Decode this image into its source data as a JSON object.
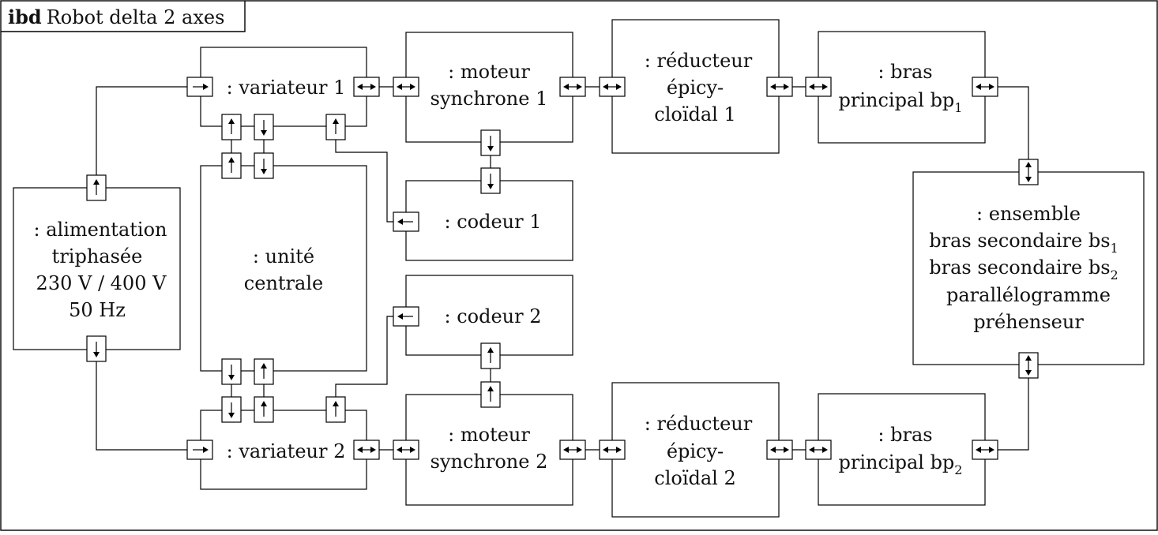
{
  "diagram": {
    "kind": "ibd",
    "name": "Robot delta 2 axes",
    "blocks": {
      "alimentation": [
        ": alimentation",
        "triphasée",
        "230 V  /  400 V",
        "50 Hz"
      ],
      "unite_centrale": [
        ": unité",
        "centrale"
      ],
      "variateur1": [
        ": variateur 1"
      ],
      "variateur2": [
        ": variateur 2"
      ],
      "moteur1": [
        ": moteur",
        "synchrone 1"
      ],
      "moteur2": [
        ": moteur",
        "synchrone 2"
      ],
      "codeur1": [
        ": codeur 1"
      ],
      "codeur2": [
        ": codeur 2"
      ],
      "reducteur1": [
        ": réducteur",
        "épicy-",
        "cloïdal 1"
      ],
      "reducteur2": [
        ": réducteur",
        "épicy-",
        "cloïdal 2"
      ],
      "bras1": [
        ": bras",
        "principal bp",
        "1"
      ],
      "bras2": [
        ": bras",
        "principal bp",
        "2"
      ],
      "ensemble": [
        ": ensemble",
        "bras secondaire bs",
        "1",
        "bras secondaire bs",
        "2",
        "parallélogramme",
        "préhenseur"
      ]
    }
  }
}
